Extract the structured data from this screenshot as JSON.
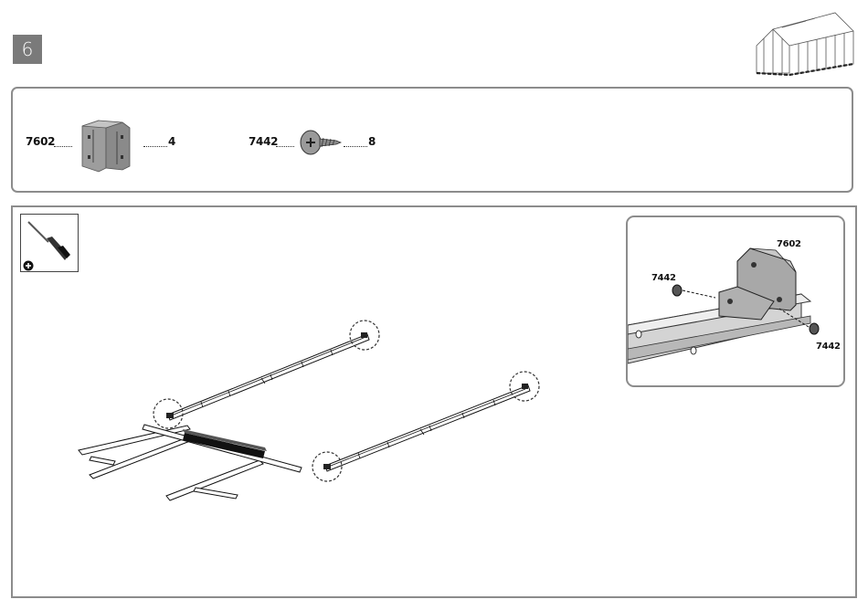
{
  "step": {
    "number": "6"
  },
  "parts": [
    {
      "code": "7602",
      "quantity": "4",
      "icon": "corner-bracket-icon"
    },
    {
      "code": "7442",
      "quantity": "8",
      "icon": "screw-icon"
    }
  ],
  "tool": {
    "icon": "screwdriver-icon",
    "type_icon": "phillips-plus-icon"
  },
  "detail": {
    "labels": {
      "bracket": "7602",
      "screw_left": "7442",
      "screw_right": "7442"
    }
  },
  "colors": {
    "border": "#8c8c8c",
    "badge": "#7a7a7a",
    "part_fill": "#9a9a9a"
  }
}
